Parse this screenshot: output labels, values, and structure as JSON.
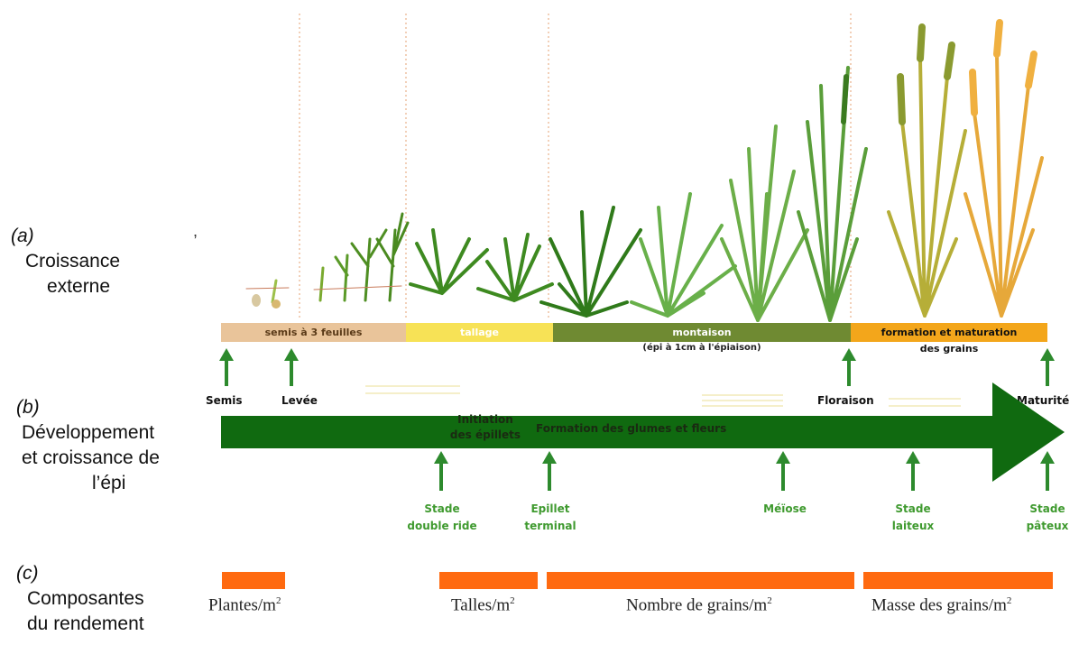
{
  "sections": {
    "a": {
      "tag": "(a)",
      "line1": "Croissance",
      "line2": "externe",
      "mark": ","
    },
    "b": {
      "tag": "(b)",
      "line1": "Développement",
      "line2": "et croissance de",
      "line3": "l’épi"
    },
    "c": {
      "tag": "(c)",
      "line1": "Composantes",
      "line2": "du rendement"
    }
  },
  "stages": [
    {
      "label": "semis à 3 feuilles",
      "sub": "",
      "color": "#e9c49a",
      "text_color": "#5a3a18"
    },
    {
      "label": "tallage",
      "sub": "",
      "color": "#f7e256",
      "text_color": "#ffffff"
    },
    {
      "label": "montaison",
      "sub": "(épi à 1cm à l'épiaison)",
      "color": "#6f8a32",
      "text_color": "#ffffff"
    },
    {
      "label": "formation et maturation",
      "sub": "des grains",
      "color": "#f3a61b",
      "text_color": "#111111"
    }
  ],
  "top_events": [
    "Semis",
    "Levée",
    "Floraison",
    "Maturité"
  ],
  "arrow_texts": {
    "initiation_l1": "Initiation",
    "initiation_l2": "des épillets",
    "formation": "Formation des glumes et fleurs"
  },
  "bottom_events": [
    {
      "l1": "Stade",
      "l2": "double ride"
    },
    {
      "l1": "Epillet",
      "l2": "terminal"
    },
    {
      "l1": "Méïose",
      "l2": ""
    },
    {
      "l1": "Stade",
      "l2": "laiteux"
    },
    {
      "l1": "Stade",
      "l2": "pâteux"
    }
  ],
  "components": [
    {
      "label": "Plantes/m",
      "sup": "2"
    },
    {
      "label": "Talles/m",
      "sup": "2"
    },
    {
      "label": "Nombre de grains/m",
      "sup": "2"
    },
    {
      "label": "Masse des grains/m",
      "sup": "2"
    }
  ],
  "colors": {
    "arrow": "#106a10",
    "event_arrow": "#2d8a2d",
    "component_bar": "#ff6a10",
    "divider": "#e8b08a"
  },
  "icons": [
    "wheat-plant-illustration"
  ]
}
